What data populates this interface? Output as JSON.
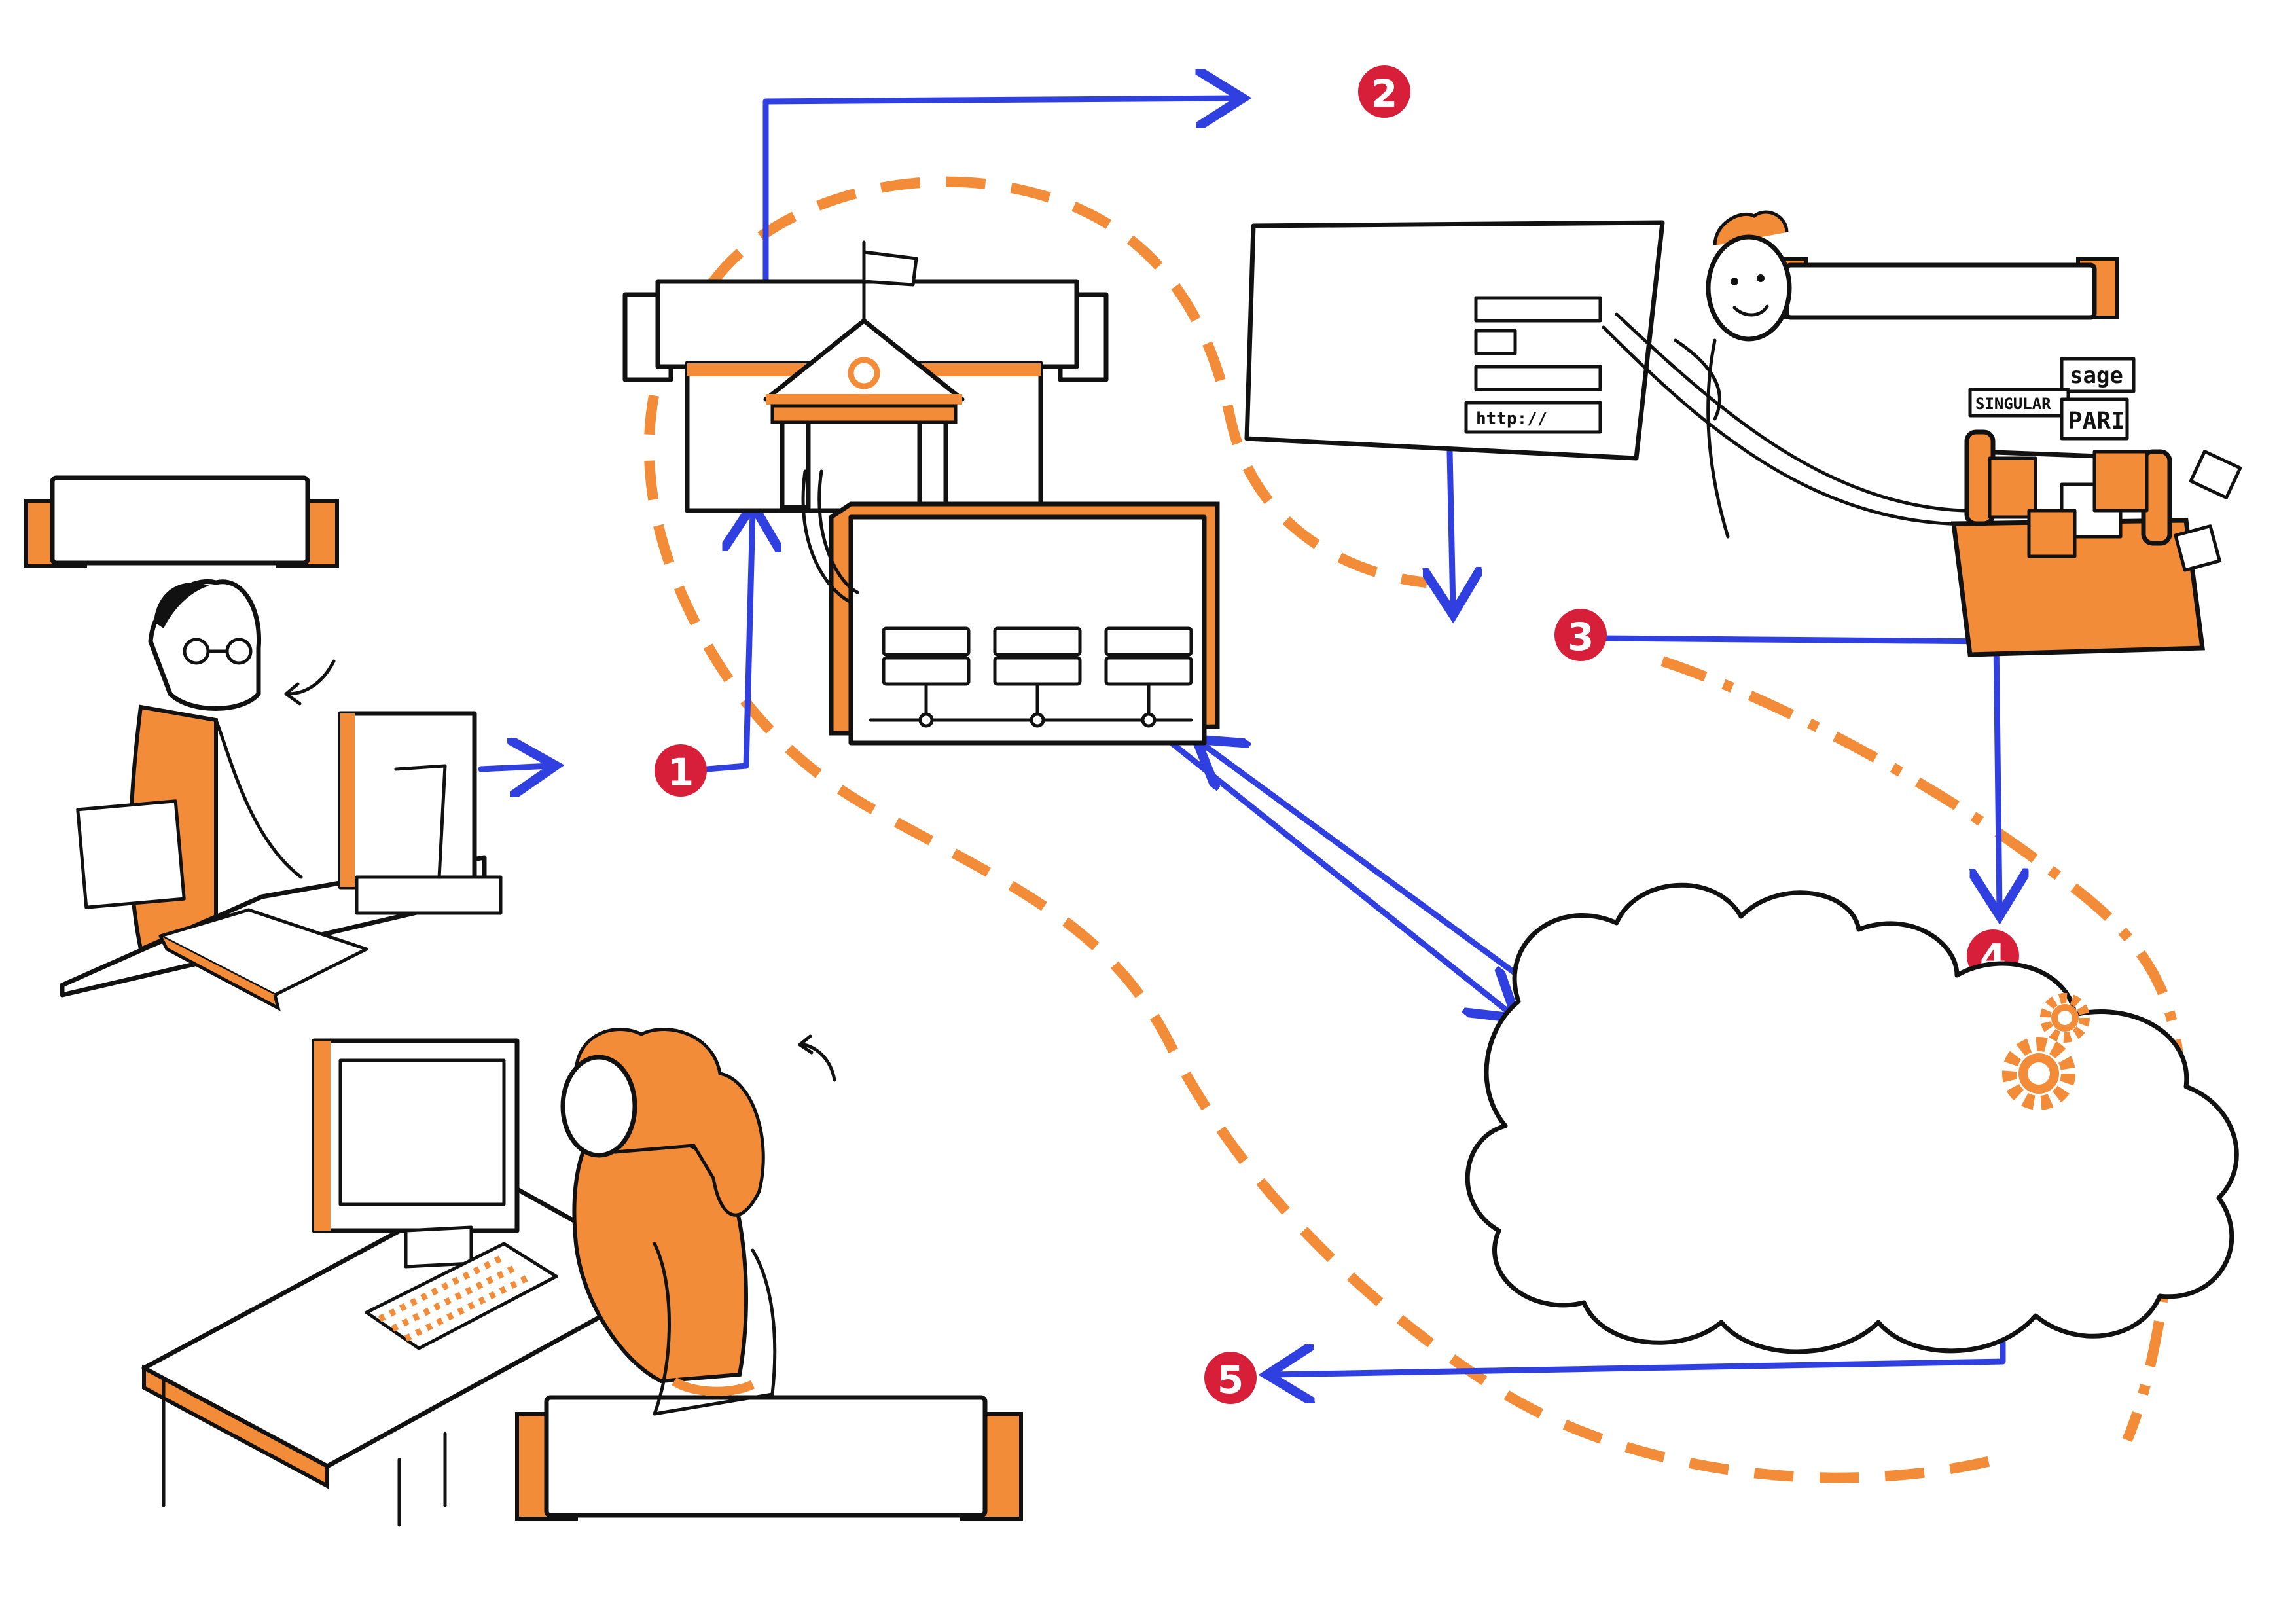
{
  "palette": {
    "accent": "#f28c38",
    "flow": "#2f3fe0",
    "marker": "#d81f3a",
    "ink": "#111111"
  },
  "steps": [
    "1",
    "2",
    "3",
    "4",
    "5"
  ],
  "form_field_url": "http://",
  "logos": {
    "sage": "sage",
    "singular": "SINGULAR",
    "pari": "PARI"
  }
}
